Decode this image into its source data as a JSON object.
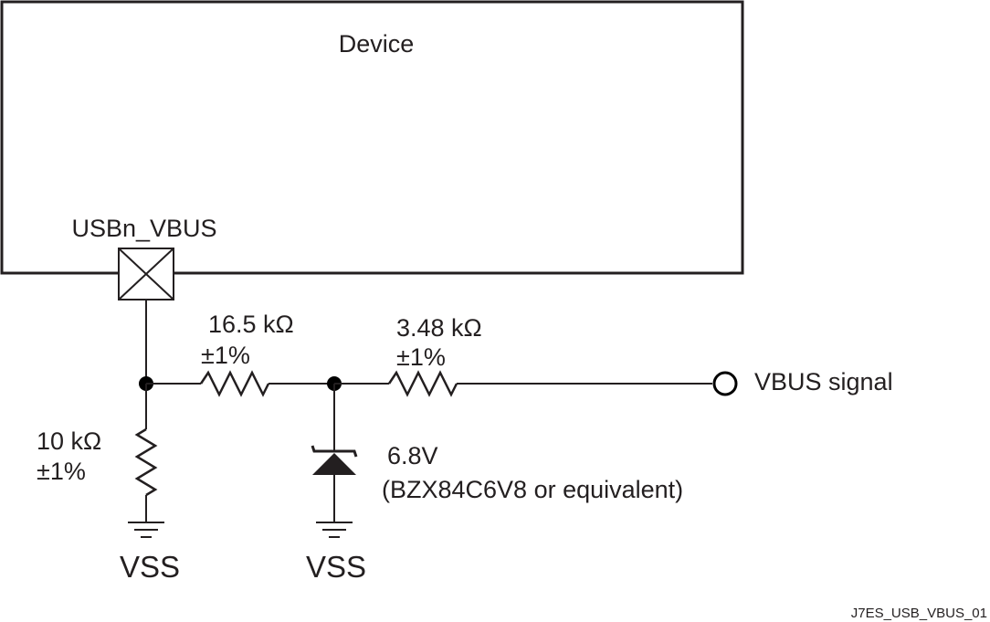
{
  "device": {
    "title": "Device",
    "pin_label": "USBn_VBUS"
  },
  "resistors": {
    "r_series_1": {
      "value": "16.5 kΩ",
      "tolerance": "±1%"
    },
    "r_series_2": {
      "value": "3.48 kΩ",
      "tolerance": "±1%"
    },
    "r_pulldown": {
      "value": "10 kΩ",
      "tolerance": "±1%"
    }
  },
  "zener": {
    "voltage": "6.8V",
    "part": "(BZX84C6V8 or equivalent)"
  },
  "grounds": {
    "left": "VSS",
    "right": "VSS"
  },
  "output": {
    "label": "VBUS signal"
  },
  "figure_id": "J7ES_USB_VBUS_01"
}
